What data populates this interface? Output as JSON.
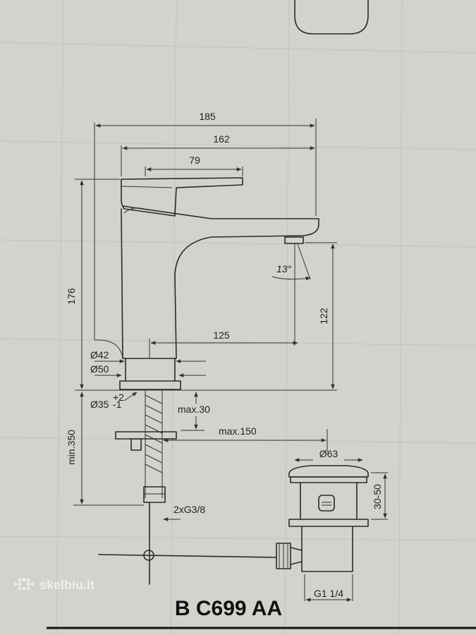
{
  "dimensions": {
    "d185": "185",
    "d162": "162",
    "d79": "79",
    "d176": "176",
    "angle": "13°",
    "d122": "122",
    "d125": "125",
    "dia42": "Ø42",
    "dia50": "Ø50",
    "dia35": "Ø35",
    "dia35_tol_plus": "+2",
    "dia35_tol_minus": "-1",
    "max30": "max.30",
    "max150": "max.150",
    "min350": "min.350",
    "dia63": "Ø63",
    "range3050": "30-50",
    "connection": "2xG3/8",
    "thread": "G1 1/4"
  },
  "model_code": "B C699 AA",
  "watermark": "skelbiu.lt"
}
